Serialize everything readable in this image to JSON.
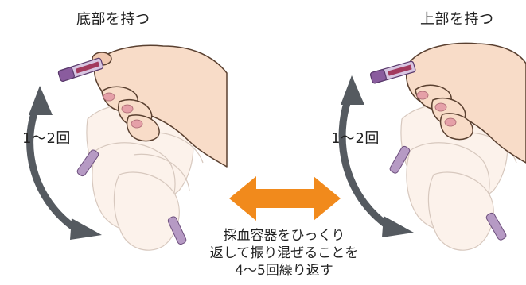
{
  "left_panel": {
    "title": "底部を持つ",
    "count": "1〜2回"
  },
  "right_panel": {
    "title": "上部を持つ",
    "count": "1〜2回"
  },
  "instructions": [
    "採血容器をひっくり",
    "返して振り混ぜることを",
    "4〜5回繰り返す"
  ],
  "colors": {
    "skin": "#f8dcc8",
    "skin_outline": "#5a4030",
    "nail": "#e5a0a8",
    "tube": "#8a5c9e",
    "arrow_gray": "#555a60",
    "orange": "#f18a1c"
  },
  "icons": {
    "double_arrow": "orange-double-arrow-icon",
    "rotation_arrow": "gray-curved-arrow-icon"
  }
}
